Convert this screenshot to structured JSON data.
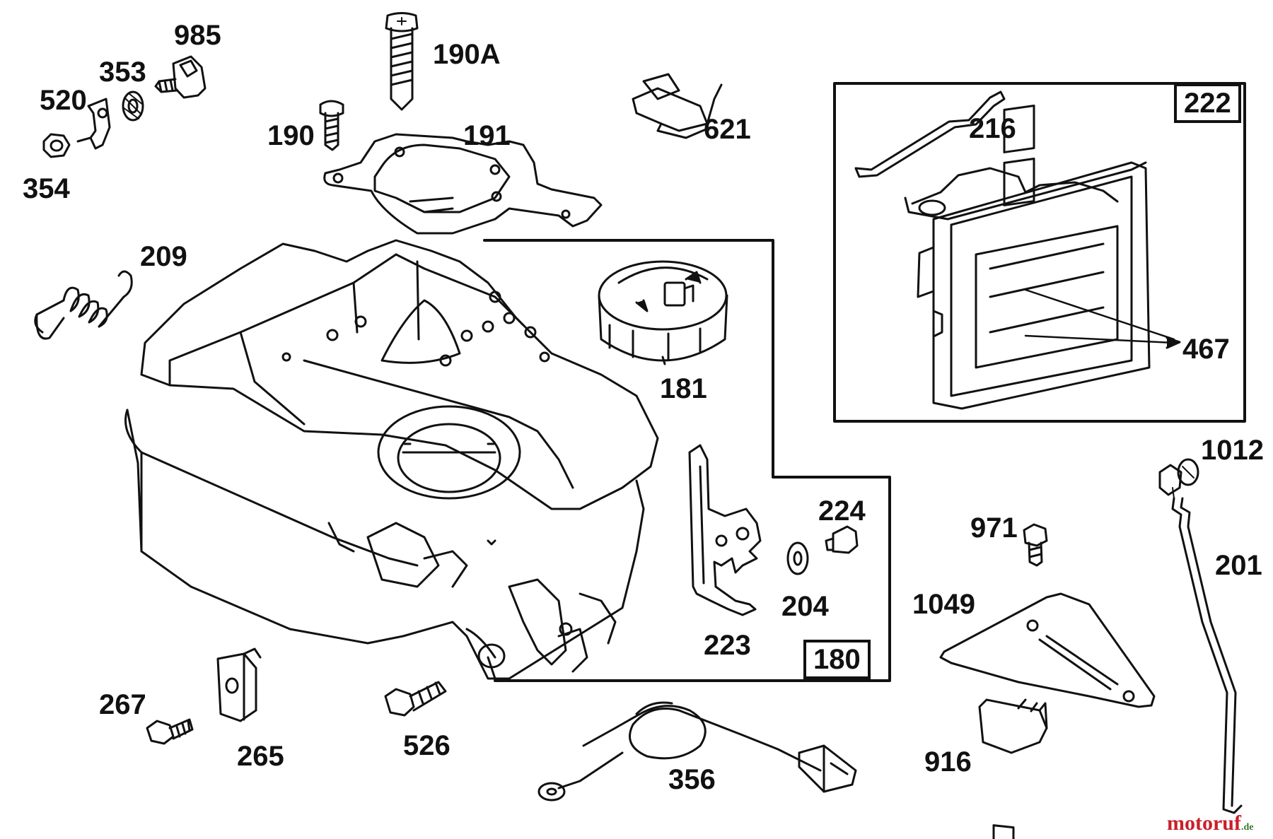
{
  "diagram": {
    "part_labels": {
      "p985": "985",
      "p353": "353",
      "p520": "520",
      "p354": "354",
      "p190A": "190A",
      "p190": "190",
      "p191": "191",
      "p621": "621",
      "p216": "216",
      "p209": "209",
      "p181": "181",
      "p467": "467",
      "p1012": "1012",
      "p224": "224",
      "p971": "971",
      "p201": "201",
      "p204": "204",
      "p1049": "1049",
      "p223": "223",
      "p267": "267",
      "p265": "265",
      "p526": "526",
      "p356": "356",
      "p916": "916"
    },
    "kit_boxes": {
      "box222": "222",
      "box180": "180"
    },
    "watermark": {
      "brand": "motoruf",
      "suffix": ".de",
      "accent_color": "#c8202a",
      "suffix_color": "#3a7a2a"
    }
  }
}
